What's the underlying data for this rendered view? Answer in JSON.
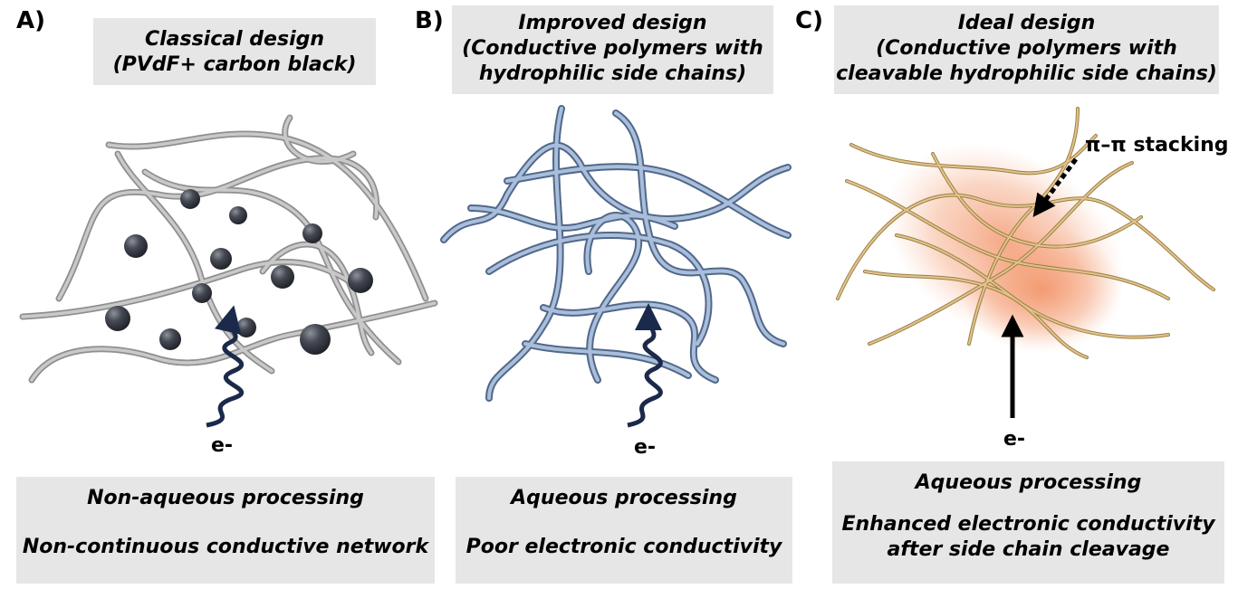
{
  "panels": [
    {
      "letter": "A)",
      "title_lines": [
        "Classical design",
        "(PVdF+ carbon black)"
      ],
      "electron": "e-",
      "bottom_lines": [
        "Non-aqueous processing",
        "Non-continuous conductive network"
      ]
    },
    {
      "letter": "B)",
      "title_lines": [
        "Improved design",
        "(Conductive polymers with",
        "hydrophilic side chains)"
      ],
      "electron": "e-",
      "bottom_lines": [
        "Aqueous processing",
        "Poor electronic conductivity"
      ]
    },
    {
      "letter": "C)",
      "title_lines": [
        "Ideal design",
        "(Conductive polymers with",
        "cleavable hydrophilic side chains)"
      ],
      "electron": "e-",
      "stacking_label": "π–π stacking",
      "bottom_lines": [
        "Aqueous processing",
        "Enhanced electronic conductivity",
        "after side chain cleavage"
      ]
    }
  ],
  "colors": {
    "box_bg": "#e6e6e6",
    "chain_grey": "#b5b5b5",
    "chain_blue": "#7e9cc4",
    "chain_gold": "#c9a76a",
    "particle": "#3c3f47",
    "glow": "#f3a27a",
    "wave_arrow": "#1b2a4a"
  }
}
